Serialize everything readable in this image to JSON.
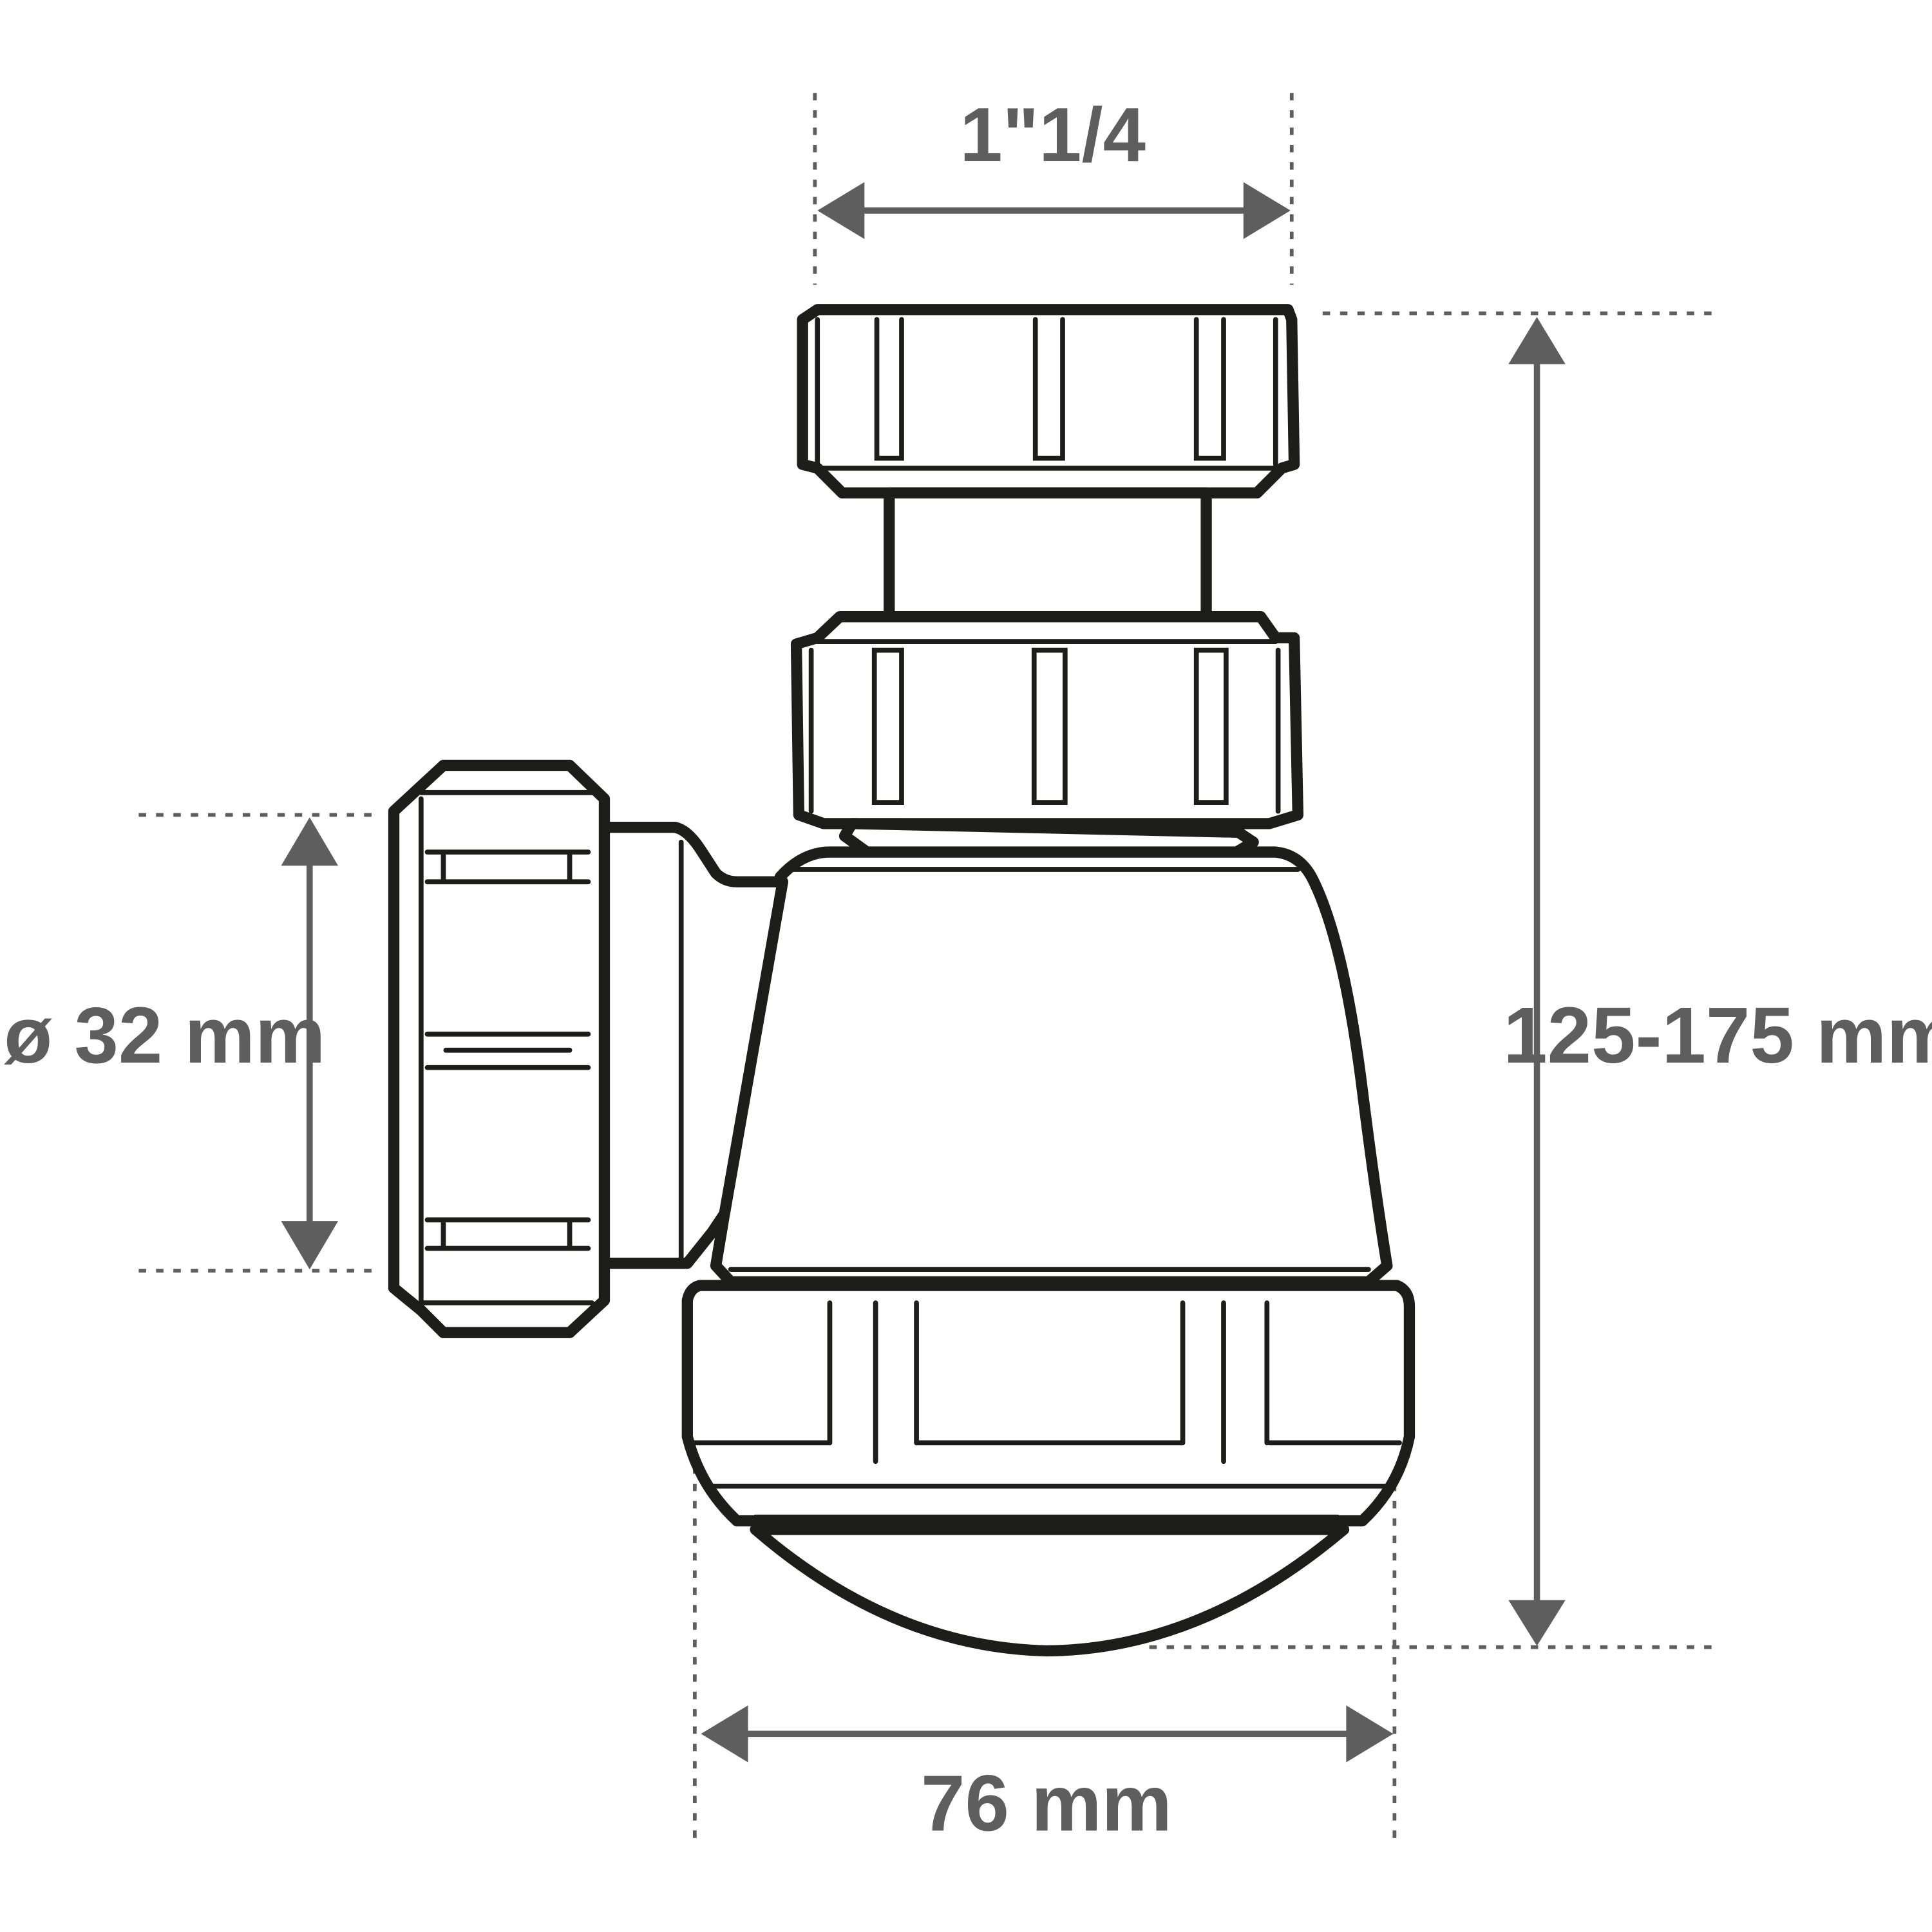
{
  "dimensions": {
    "top_thread": "1\"1/4",
    "side_diameter": "ø 32 mm",
    "height_range": "125-175 mm",
    "bottom_width": "76 mm"
  },
  "colors": {
    "outline": "#1d1d1b",
    "dimension": "#5e5e5e",
    "background": "#ffffff"
  }
}
